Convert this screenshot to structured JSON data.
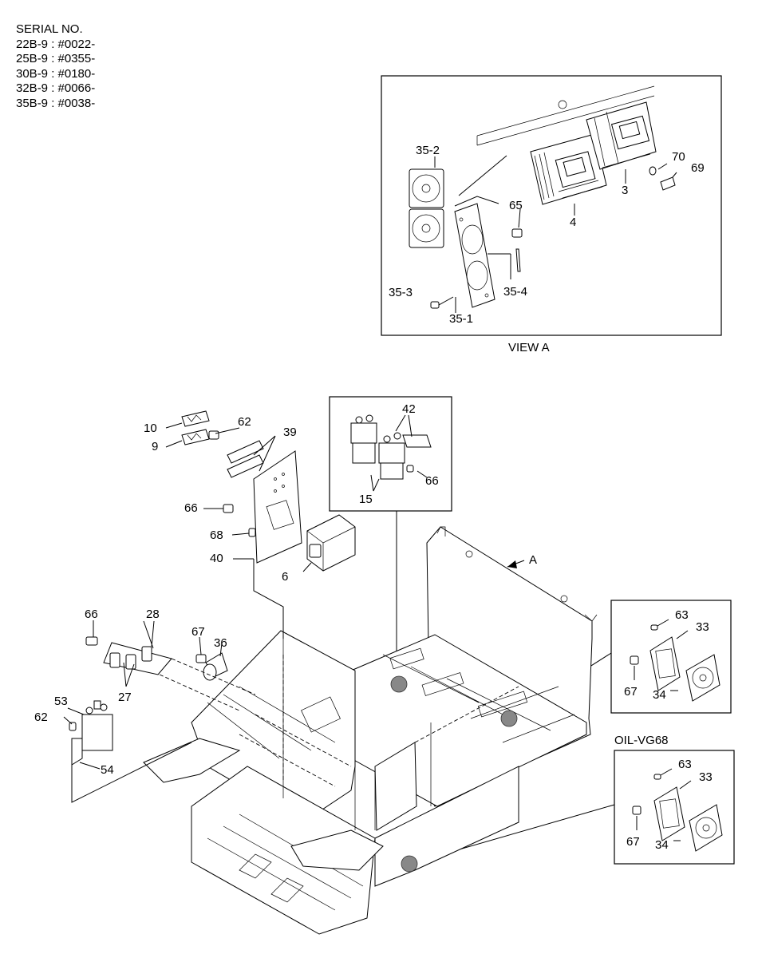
{
  "serial": {
    "title": "SERIAL NO.",
    "lines": [
      "22B-9 : #0022-",
      "25B-9 : #0355-",
      "30B-9 : #0180-",
      "32B-9 : #0066-",
      "35B-9 : #0038-"
    ]
  },
  "view_a": {
    "caption": "VIEW A",
    "labels": {
      "l35_2": "35-2",
      "l70": "70",
      "l69": "69",
      "l3": "3",
      "l65": "65",
      "l4": "4",
      "l35_3": "35-3",
      "l35_4": "35-4",
      "l35_1": "35-1"
    }
  },
  "inset_contactor": {
    "labels": {
      "l42": "42",
      "l66": "66",
      "l15": "15"
    }
  },
  "inset_fan1": {
    "labels": {
      "l63": "63",
      "l33": "33",
      "l67": "67",
      "l34": "34"
    }
  },
  "inset_fan2": {
    "title": "OIL-VG68",
    "labels": {
      "l63": "63",
      "l33": "33",
      "l67": "67",
      "l34": "34"
    }
  },
  "main": {
    "labels": {
      "l10": "10",
      "l9": "9",
      "l62a": "62",
      "l39": "39",
      "l66a": "66",
      "l68": "68",
      "l40": "40",
      "l6": "6",
      "lA": "A",
      "l66b": "66",
      "l28": "28",
      "l67": "67",
      "l36": "36",
      "l27": "27",
      "l53": "53",
      "l62b": "62",
      "l54": "54"
    }
  }
}
